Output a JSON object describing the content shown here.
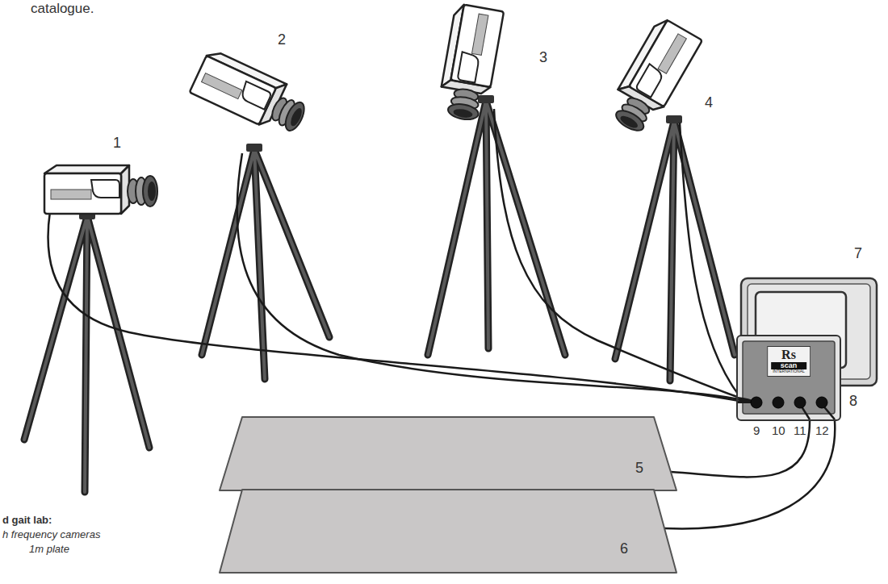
{
  "diagram": {
    "nodes": [
      {
        "text": [
          "Rs",
          "scan",
          "INTERNATIONAL"
        ]
      },
      {
        "text": [
          "5"
        ]
      },
      {
        "text": [
          "6"
        ]
      }
    ],
    "edges": [
      {
        "from": 1,
        "to": 0,
        "arrow": "none"
      },
      {
        "from": 2,
        "to": 0,
        "arrow": "none"
      }
    ],
    "labels": [
      "catalogue.",
      "1",
      "2",
      "3",
      "4",
      "7",
      "8",
      "9",
      "10",
      "11",
      "12",
      "d gait lab:",
      "h frequency cameras",
      "1m plate"
    ]
  }
}
